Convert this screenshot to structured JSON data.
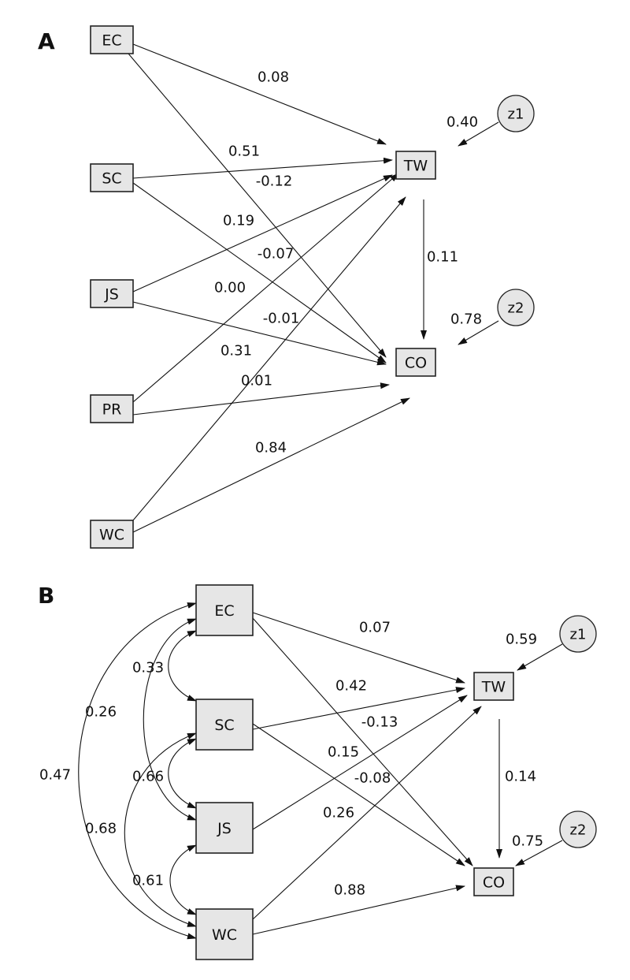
{
  "panels": [
    {
      "label": "A",
      "nodes": [
        "EC",
        "SC",
        "JS",
        "PR",
        "WC",
        "TW",
        "CO"
      ],
      "errors": [
        "z1",
        "z2"
      ],
      "paths": [
        {
          "from": "EC",
          "to": "TW",
          "coef": "0.08"
        },
        {
          "from": "EC",
          "to": "CO",
          "coef": "0.51"
        },
        {
          "from": "SC",
          "to": "TW",
          "coef": "-0.12"
        },
        {
          "from": "SC",
          "to": "CO",
          "coef": "-0.07"
        },
        {
          "from": "JS",
          "to": "TW",
          "coef": "0.19"
        },
        {
          "from": "JS",
          "to": "CO",
          "coef": "-0.01"
        },
        {
          "from": "PR",
          "to": "TW",
          "coef": "0.00"
        },
        {
          "from": "PR",
          "to": "CO",
          "coef": "0.01"
        },
        {
          "from": "WC",
          "to": "TW",
          "coef": "0.31"
        },
        {
          "from": "WC",
          "to": "CO",
          "coef": "0.84"
        },
        {
          "from": "TW",
          "to": "CO",
          "coef": "0.11"
        },
        {
          "from": "z1",
          "to": "TW",
          "coef": "0.40"
        },
        {
          "from": "z2",
          "to": "CO",
          "coef": "0.78"
        }
      ]
    },
    {
      "label": "B",
      "nodes": [
        "EC",
        "SC",
        "JS",
        "WC",
        "TW",
        "CO"
      ],
      "errors": [
        "z1",
        "z2"
      ],
      "paths": [
        {
          "from": "EC",
          "to": "TW",
          "coef": "0.07"
        },
        {
          "from": "EC",
          "to": "CO",
          "coef": "0.42"
        },
        {
          "from": "SC",
          "to": "TW",
          "coef": "-0.13"
        },
        {
          "from": "SC",
          "to": "CO",
          "coef": "-0.08"
        },
        {
          "from": "JS",
          "to": "TW",
          "coef": "0.15"
        },
        {
          "from": "WC",
          "to": "TW",
          "coef": "0.26"
        },
        {
          "from": "WC",
          "to": "CO",
          "coef": "0.88"
        },
        {
          "from": "TW",
          "to": "CO",
          "coef": "0.14"
        },
        {
          "from": "z1",
          "to": "TW",
          "coef": "0.59"
        },
        {
          "from": "z2",
          "to": "CO",
          "coef": "0.75"
        }
      ],
      "correlations": [
        {
          "a": "EC",
          "b": "SC",
          "coef": "0.33"
        },
        {
          "a": "EC",
          "b": "JS",
          "coef": "0.26"
        },
        {
          "a": "EC",
          "b": "WC",
          "coef": "0.47"
        },
        {
          "a": "SC",
          "b": "JS",
          "coef": "0.66"
        },
        {
          "a": "SC",
          "b": "WC",
          "coef": "0.68"
        },
        {
          "a": "JS",
          "b": "WC",
          "coef": "0.61"
        }
      ]
    }
  ]
}
